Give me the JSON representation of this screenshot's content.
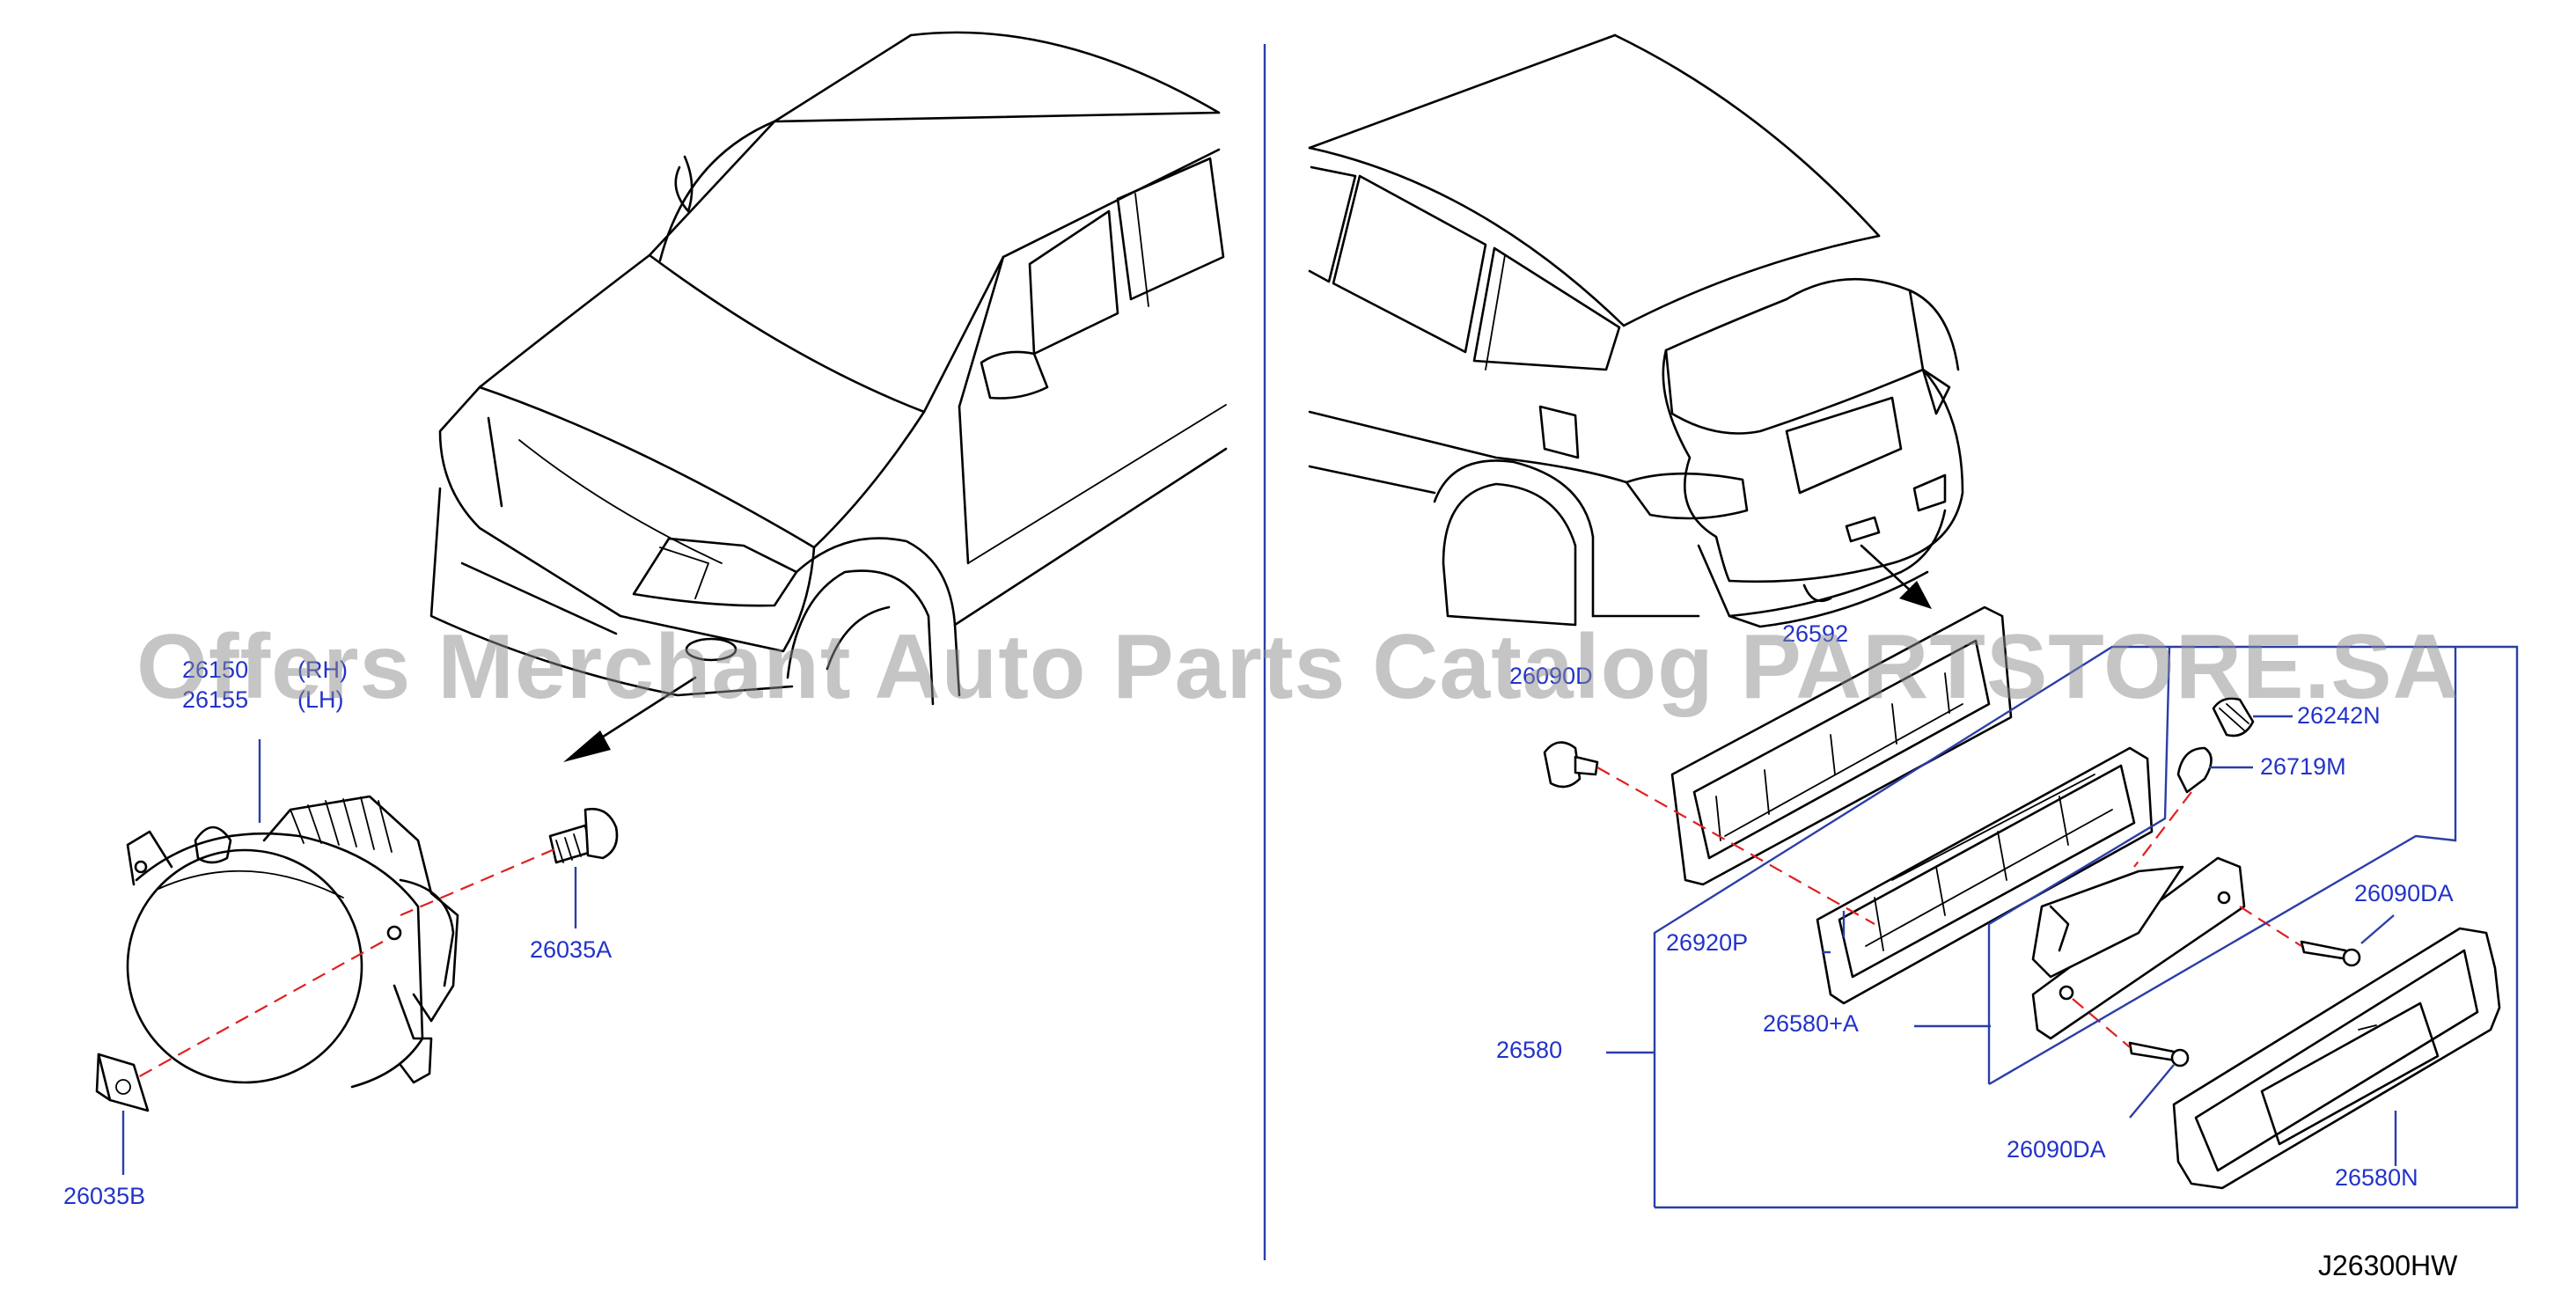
{
  "watermark": "Offers Merchant Auto Parts Catalog PARTSTORE.SA",
  "diagram_ref": "J26300HW",
  "colors": {
    "label": "#2233c8",
    "leader": "#2b3ea8",
    "dash": "#e02020",
    "line": "#000000"
  },
  "labels": {
    "fog_rh_code": "26150",
    "fog_rh_side": "(RH)",
    "fog_lh_code": "26155",
    "fog_lh_side": "(LH)",
    "screw_front": "26035A",
    "clip_front": "26035B",
    "lamp_rear": "26592",
    "screw_rear": "26090D",
    "bulb_socket": "26242N",
    "bulb": "26719M",
    "screw_da_top": "26090DA",
    "gasket": "26920P",
    "lens_unit": "26580+A",
    "assembly": "26580",
    "screw_da_bottom": "26090DA",
    "finisher": "26580N"
  }
}
